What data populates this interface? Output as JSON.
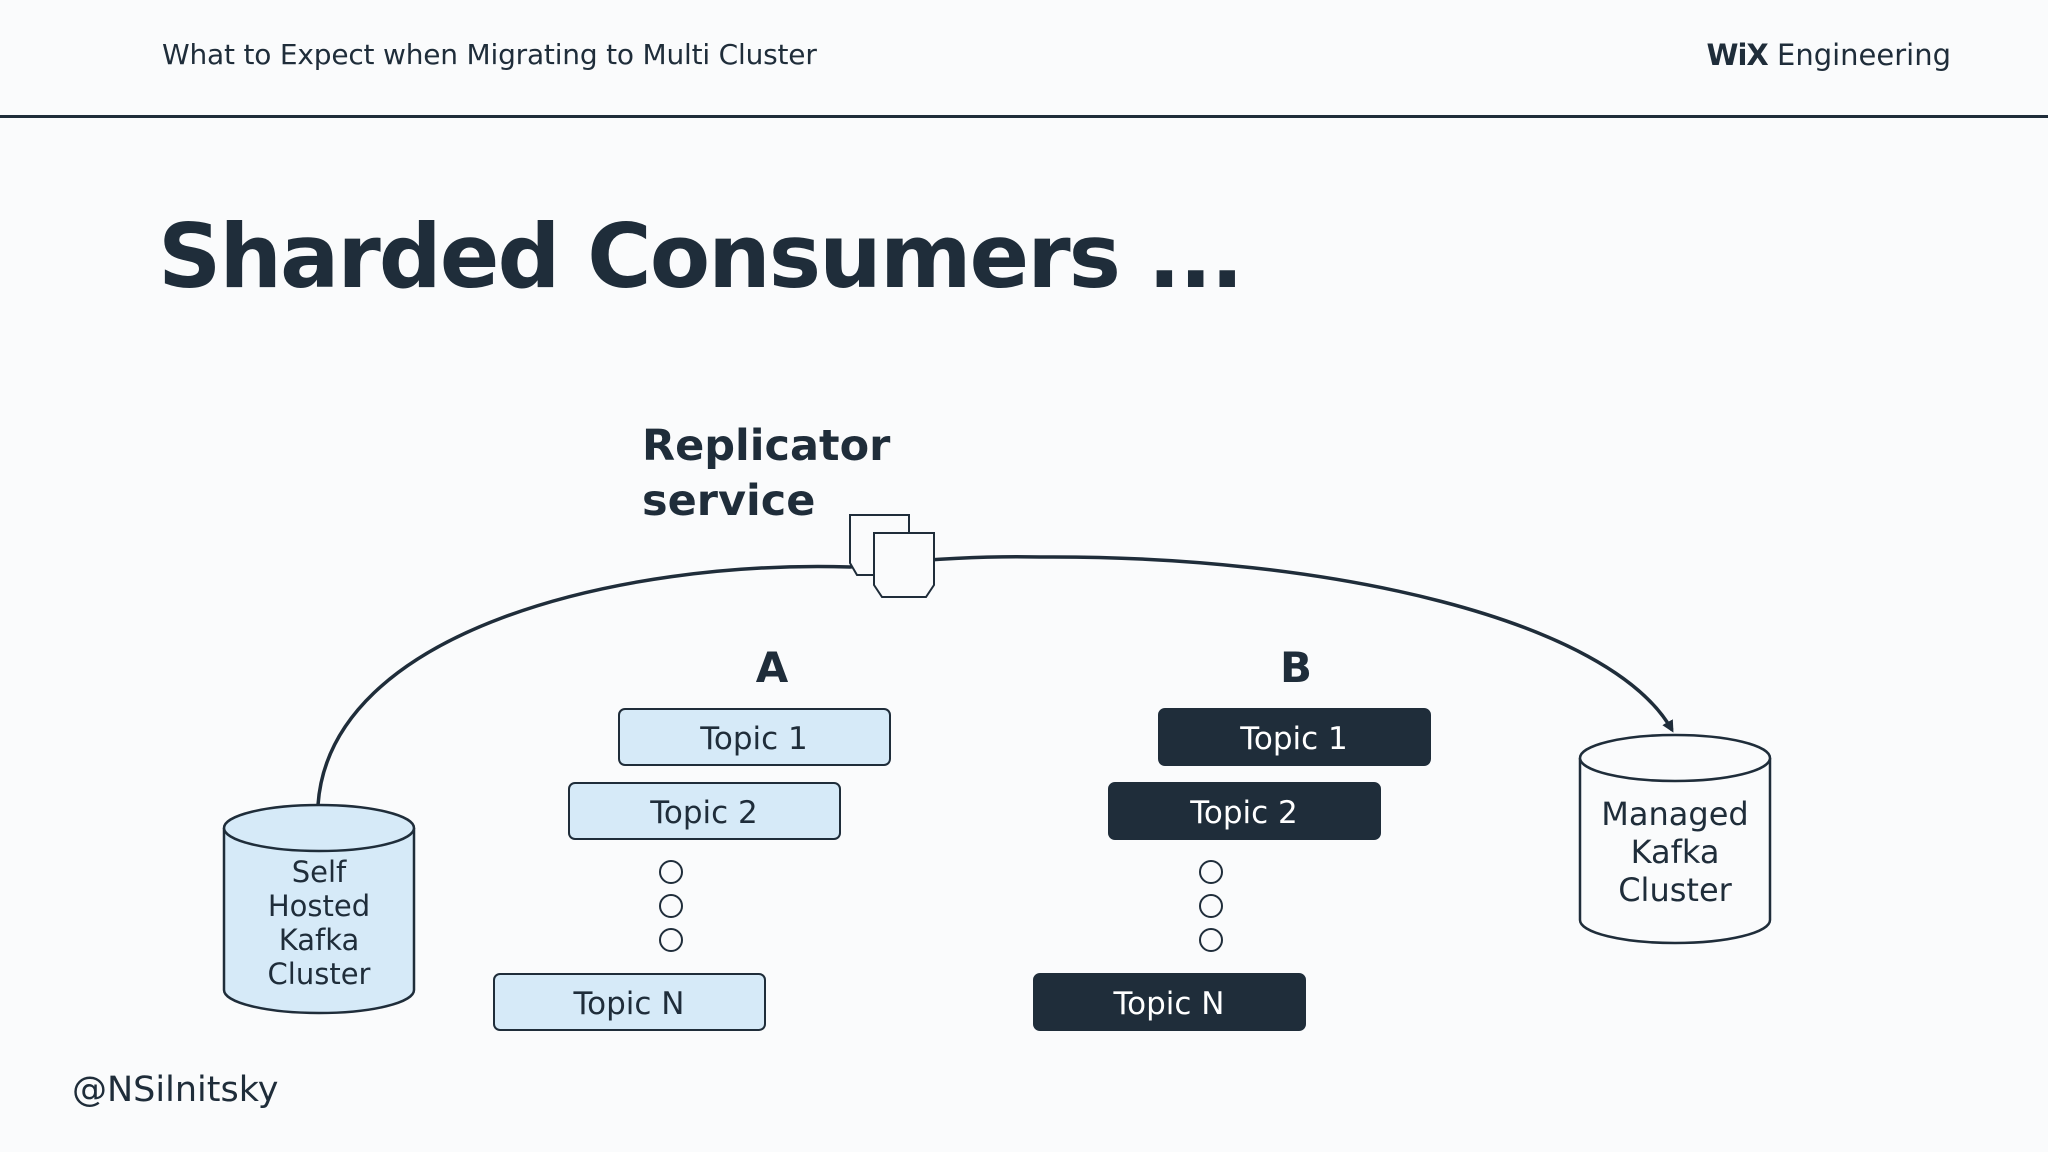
{
  "header": {
    "subtitle": "What to Expect when Migrating to Multi Cluster",
    "brand_logo": "WiX",
    "brand_text": "Engineering"
  },
  "slide": {
    "title": "Sharded Consumers ..."
  },
  "diagram": {
    "replicator_label_line1": "Replicator",
    "replicator_label_line2": "service",
    "source_cluster": [
      "Self",
      "Hosted",
      "Kafka",
      "Cluster"
    ],
    "target_cluster": [
      "Managed",
      "Kafka",
      "Cluster"
    ],
    "group_a": {
      "label": "A",
      "topics": [
        "Topic 1",
        "Topic 2",
        "Topic N"
      ]
    },
    "group_b": {
      "label": "B",
      "topics": [
        "Topic 1",
        "Topic 2",
        "Topic N"
      ]
    },
    "colors": {
      "light_fill": "#d6eaf8",
      "dark_fill": "#1f2d3a",
      "stroke": "#1f2d3a",
      "light_text": "#1f2d3a",
      "dark_text": "#ffffff"
    }
  },
  "footer": {
    "handle": "@NSilnitsky"
  }
}
